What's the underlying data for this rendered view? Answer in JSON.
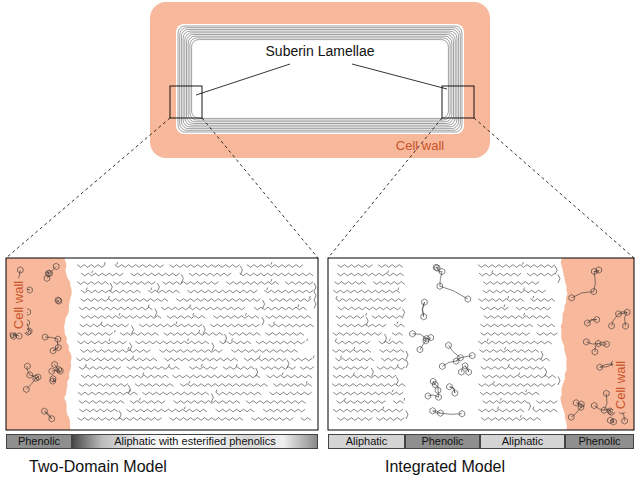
{
  "diagram": {
    "nodes": [
      {
        "text": [
          "Phenolic"
        ]
      },
      {
        "text": [
          "Aliphatic with esterified phenolics"
        ]
      },
      {
        "text": [
          "Aliphatic"
        ]
      },
      {
        "text": [
          "Phenolic"
        ]
      },
      {
        "text": [
          "Aliphatic"
        ]
      },
      {
        "text": [
          "Phenolic"
        ]
      }
    ],
    "labels": [
      "Suberin Lamellae",
      "Cell wall",
      "Cell wall",
      "Cell wall",
      "Two-Domain Model",
      "Integrated Model"
    ]
  }
}
